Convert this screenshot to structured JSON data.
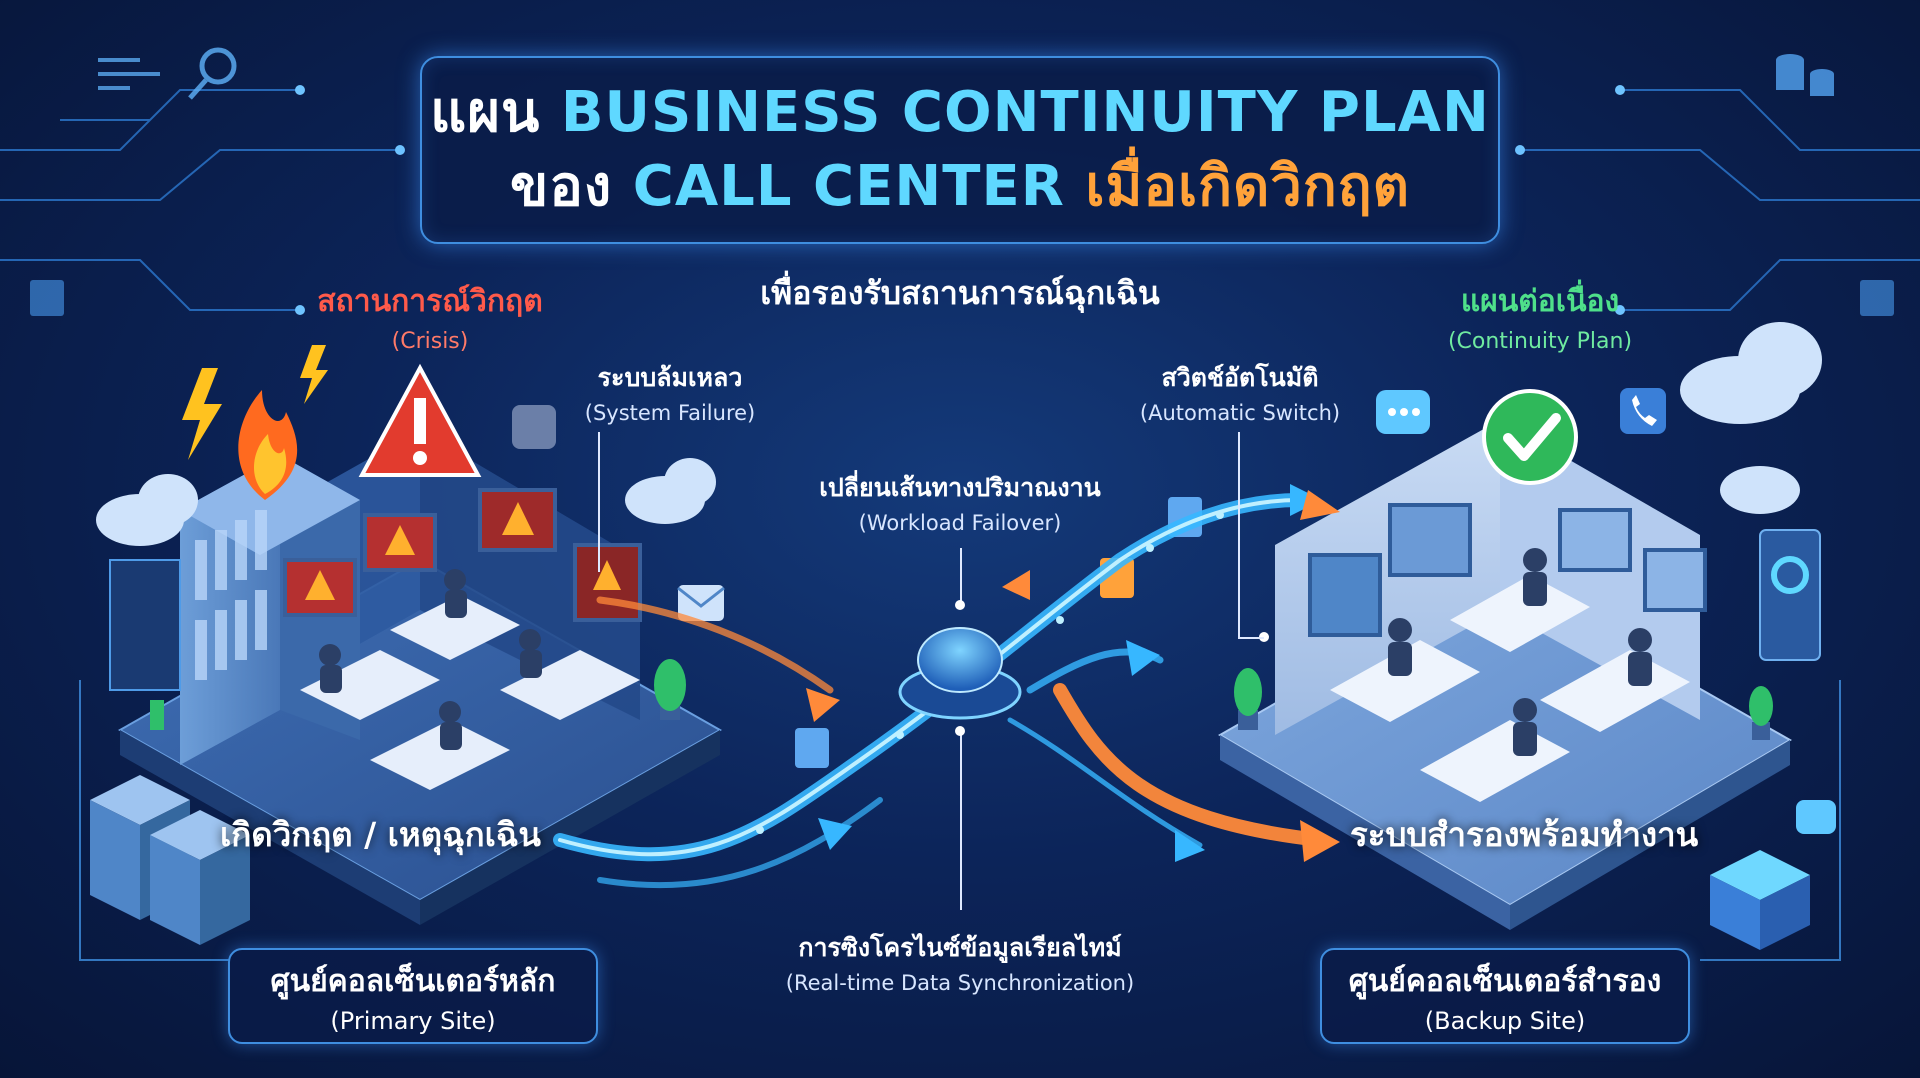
{
  "title": {
    "line1_a": "แผน ",
    "line1_b": "BUSINESS CONTINUITY PLAN",
    "line2_a": "ของ ",
    "line2_b": "CALL CENTER ",
    "line2_c": "เมื่อเกิดวิกฤต"
  },
  "subtitle": "เพื่อรองรับสถานการณ์ฉุกเฉิน",
  "crisis": {
    "label": "สถานการณ์วิกฤต",
    "sublabel": "(Crisis)"
  },
  "continuity": {
    "label": "แผนต่อเนื่อง",
    "sublabel": "(Continuity Plan)"
  },
  "callouts": {
    "system_failure": {
      "label": "ระบบล้มเหลว",
      "sublabel": "(System Failure)"
    },
    "automatic_switch": {
      "label": "สวิตช์อัตโนมัติ",
      "sublabel": "(Automatic Switch)"
    },
    "workload_failover": {
      "label": "เปลี่ยนเส้นทางปริมาณงาน",
      "sublabel": "(Workload Failover)"
    },
    "data_sync": {
      "label": "การซิงโครไนซ์ข้อมูลเรียลไทม์",
      "sublabel": "(Real-time Data Synchronization)"
    }
  },
  "banners": {
    "crisis_event": "เกิดวิกฤต / เหตุฉุกเฉิน",
    "backup_ready": "ระบบสำรองพร้อมทำงาน"
  },
  "sites": {
    "primary": {
      "label": "ศูนย์คอลเซ็นเตอร์หลัก",
      "sublabel": "(Primary Site)"
    },
    "backup": {
      "label": "ศูนย์คอลเซ็นเตอร์สำรอง",
      "sublabel": "(Backup Site)"
    }
  },
  "icons": {
    "warning": "warning-triangle-icon",
    "fire": "fire-icon",
    "lightning": "lightning-icon",
    "check": "check-circle-icon",
    "switch": "switch-node-icon",
    "cloud": "cloud-icon",
    "server": "server-icon",
    "search": "search-icon",
    "chat": "chat-bubble-icon",
    "phone": "phone-icon",
    "email": "email-icon"
  },
  "colors": {
    "background": "#0c2459",
    "frame": "#3f8ee0",
    "accent_cyan": "#5fd8ff",
    "accent_orange": "#ffa23a",
    "crisis_red": "#ff5a4a",
    "continuity_green": "#4fe08a",
    "flow_blue": "#37b7ff",
    "flow_orange": "#ff8a3a"
  }
}
